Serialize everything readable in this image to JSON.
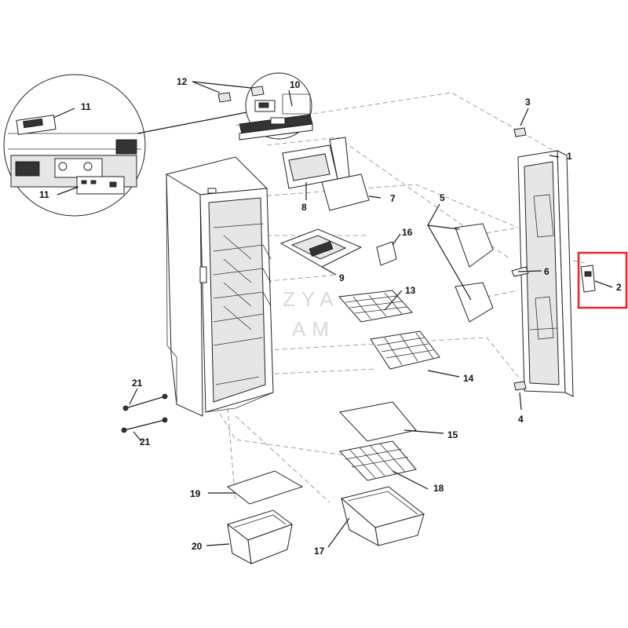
{
  "diagram": {
    "labels": {
      "p1": "1",
      "p2": "2",
      "p3": "3",
      "p4": "4",
      "p5": "5",
      "p6": "6",
      "p7": "7",
      "p8": "8",
      "p9": "9",
      "p10": "10",
      "p11a": "11",
      "p11b": "11",
      "p12": "12",
      "p13": "13",
      "p14": "14",
      "p15": "15",
      "p16": "16",
      "p17": "17",
      "p18": "18",
      "p19": "19",
      "p20": "20",
      "p21a": "21",
      "p21b": "21"
    },
    "watermark": {
      "line1": "ZYA",
      "line2": "AM"
    },
    "highlight_color": "#e8242c"
  }
}
